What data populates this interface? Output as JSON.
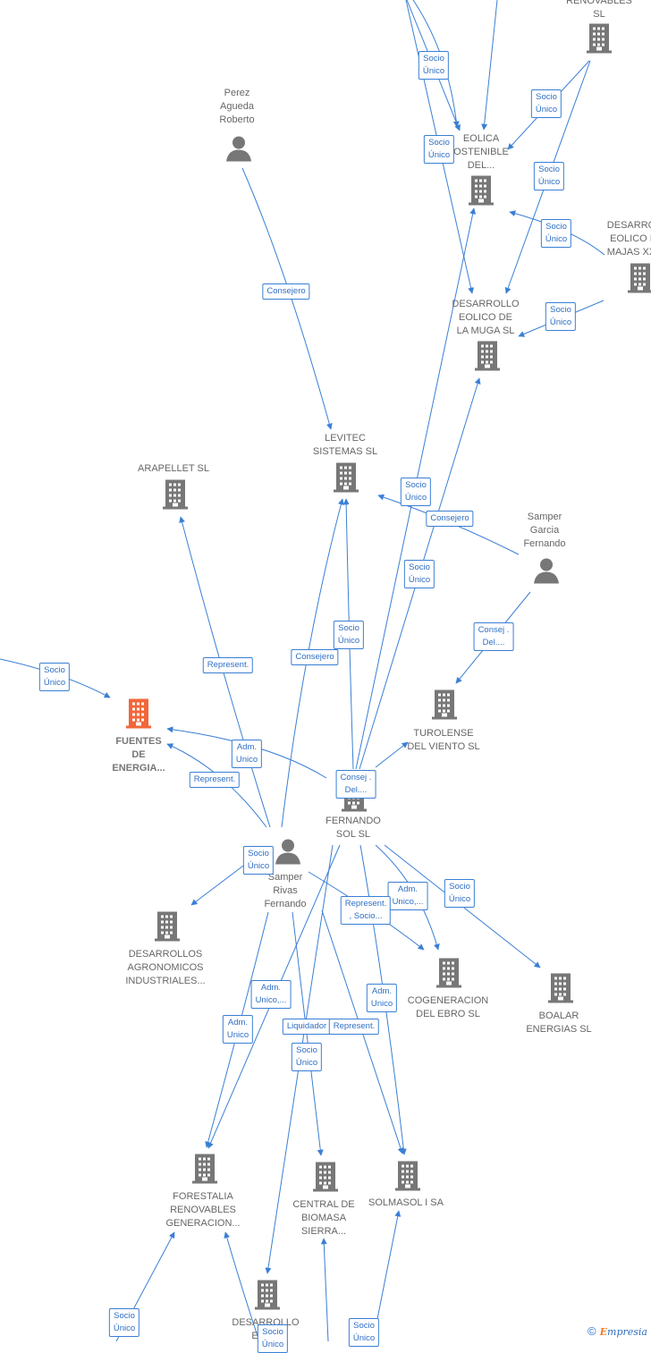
{
  "nodes": {
    "renovables_sl": {
      "label": "RENOVABLES\nSL",
      "kind": "company"
    },
    "eolica_sostenible": {
      "label": "EOLICA\nOSTENIBLE\nDEL...",
      "kind": "company"
    },
    "perez_agueda": {
      "label": "Perez\nAgueda\nRoberto",
      "kind": "person"
    },
    "desarrollo_majas": {
      "label": "DESARRO\nEOLICO I\nMAJAS XX",
      "kind": "company"
    },
    "desarrollo_muga": {
      "label": "DESARROLLO\nEOLICO DE\nLA MUGA SL",
      "kind": "company"
    },
    "levitec": {
      "label": "LEVITEC\nSISTEMAS  SL",
      "kind": "company"
    },
    "arapellet": {
      "label": "ARAPELLET  SL",
      "kind": "company"
    },
    "samper_garcia": {
      "label": "Samper\nGarcia\nFernando",
      "kind": "person"
    },
    "turolense": {
      "label": "TUROLENSE\nDEL VIENTO SL",
      "kind": "company"
    },
    "fuentes": {
      "label": "FUENTES\nDE\nENERGIA...",
      "kind": "main"
    },
    "fernando_sol": {
      "label": "FERNANDO\nSOL SL",
      "kind": "company"
    },
    "samper_rivas": {
      "label": "Samper\nRivas\nFernando",
      "kind": "person"
    },
    "desarrollos_agro": {
      "label": "DESARROLLOS\nAGRONOMICOS\nINDUSTRIALES...",
      "kind": "company"
    },
    "cogeneracion": {
      "label": "COGENERACION\nDEL EBRO  SL",
      "kind": "company"
    },
    "boalar": {
      "label": "BOALAR\nENERGIAS  SL",
      "kind": "company"
    },
    "forestalia": {
      "label": "FORESTALIA\nRENOVABLES\nGENERACION...",
      "kind": "company"
    },
    "central_biomasa": {
      "label": "CENTRAL DE\nBIOMASA\nSIERRA...",
      "kind": "company"
    },
    "solmasol": {
      "label": "SOLMASOL I SA",
      "kind": "company"
    },
    "desarrollo_bottom": {
      "label": "DESARROLLO\nEOL...",
      "kind": "company"
    }
  },
  "edge_labels": [
    {
      "id": "el1",
      "text": "Socio\nÚnico"
    },
    {
      "id": "el2",
      "text": "Socio\nÚnico"
    },
    {
      "id": "el3",
      "text": "Socio\nÚnico"
    },
    {
      "id": "el4",
      "text": "Socio\nÚnico"
    },
    {
      "id": "el5",
      "text": "Socio\nÚnico"
    },
    {
      "id": "el6",
      "text": "Socio\nÚnico"
    },
    {
      "id": "el7",
      "text": "Consejero"
    },
    {
      "id": "el8",
      "text": "Socio\nÚnico"
    },
    {
      "id": "el9",
      "text": "Consejero"
    },
    {
      "id": "el10",
      "text": "Socio\nÚnico"
    },
    {
      "id": "el11",
      "text": "Consej .\nDel...."
    },
    {
      "id": "el12",
      "text": "Socio\nÚnico"
    },
    {
      "id": "el13",
      "text": "Consejero"
    },
    {
      "id": "el14",
      "text": "Represent."
    },
    {
      "id": "el15",
      "text": "Socio\nÚnico"
    },
    {
      "id": "el16",
      "text": "Adm.\nUnico"
    },
    {
      "id": "el17",
      "text": "Represent."
    },
    {
      "id": "el18",
      "text": "Consej .\nDel...."
    },
    {
      "id": "el19",
      "text": "Socio\nÚnico"
    },
    {
      "id": "el20",
      "text": "Adm.\nUnico,..."
    },
    {
      "id": "el21",
      "text": "Socio\nÚnico"
    },
    {
      "id": "el22",
      "text": "Represent.\n, Socio..."
    },
    {
      "id": "el23",
      "text": "Adm.\nUnico,..."
    },
    {
      "id": "el24",
      "text": "Adm.\nUnico"
    },
    {
      "id": "el25",
      "text": "Adm.\nUnico"
    },
    {
      "id": "el26",
      "text": "Liquidador"
    },
    {
      "id": "el27",
      "text": "Represent."
    },
    {
      "id": "el28",
      "text": "Socio\nÚnico"
    },
    {
      "id": "el29",
      "text": "Socio\nÚnico"
    },
    {
      "id": "el30",
      "text": "Socio\nÚnico"
    },
    {
      "id": "el31",
      "text": "Socio\nÚnico"
    }
  ],
  "colors": {
    "edge": "#3a7fd5",
    "company_icon": "#777777",
    "main_icon": "#f2663a",
    "person_icon": "#777777"
  },
  "footer": {
    "copyright": "©",
    "brand_e": "E",
    "brand_rest": "mpresia"
  }
}
